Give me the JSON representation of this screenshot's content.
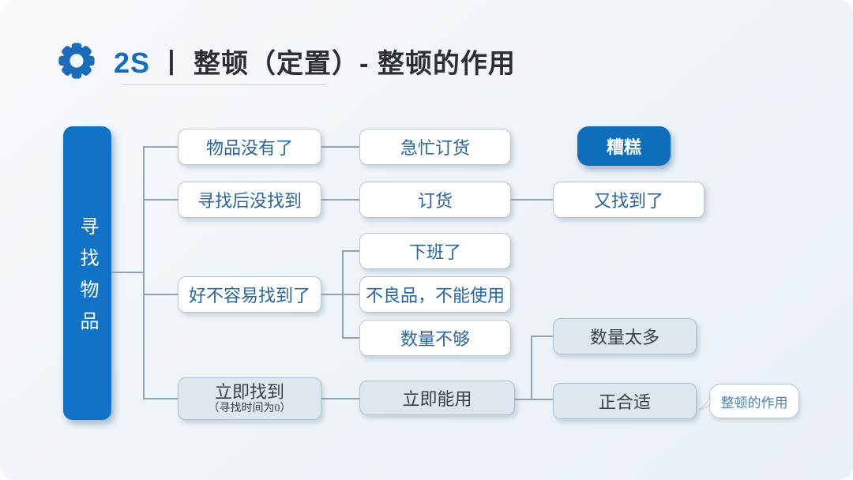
{
  "header": {
    "icon": "gear-icon",
    "prefix": "2S",
    "separator": "丨",
    "title": "整顿（定置）- 整顿的作用"
  },
  "nodes": {
    "root": "寻找物品",
    "items_gone": "物品没有了",
    "rush_order": "急忙订货",
    "terrible": "糟糕",
    "search_not_found": "寻找后没找到",
    "order": "订货",
    "found_again": "又找到了",
    "finally_found": "好不容易找到了",
    "off_duty": "下班了",
    "defective": "不良品，不能使用",
    "quantity_short": "数量不够",
    "found_immediately": "立即找到",
    "found_immediately_sub": "（寻找时间为0）",
    "usable_immediately": "立即能用",
    "quantity_too_many": "数量太多",
    "just_right": "正合适",
    "callout": "整顿的作用"
  },
  "colors": {
    "accent_blue": "#1173c5",
    "badge_blue": "#0f6db9",
    "node_text_blue": "#2a649f",
    "neutral_text": "#3a3f46",
    "connector_line": "#93a2b0",
    "tint_fill": "#dde7f0",
    "background": "#eff4f8"
  }
}
